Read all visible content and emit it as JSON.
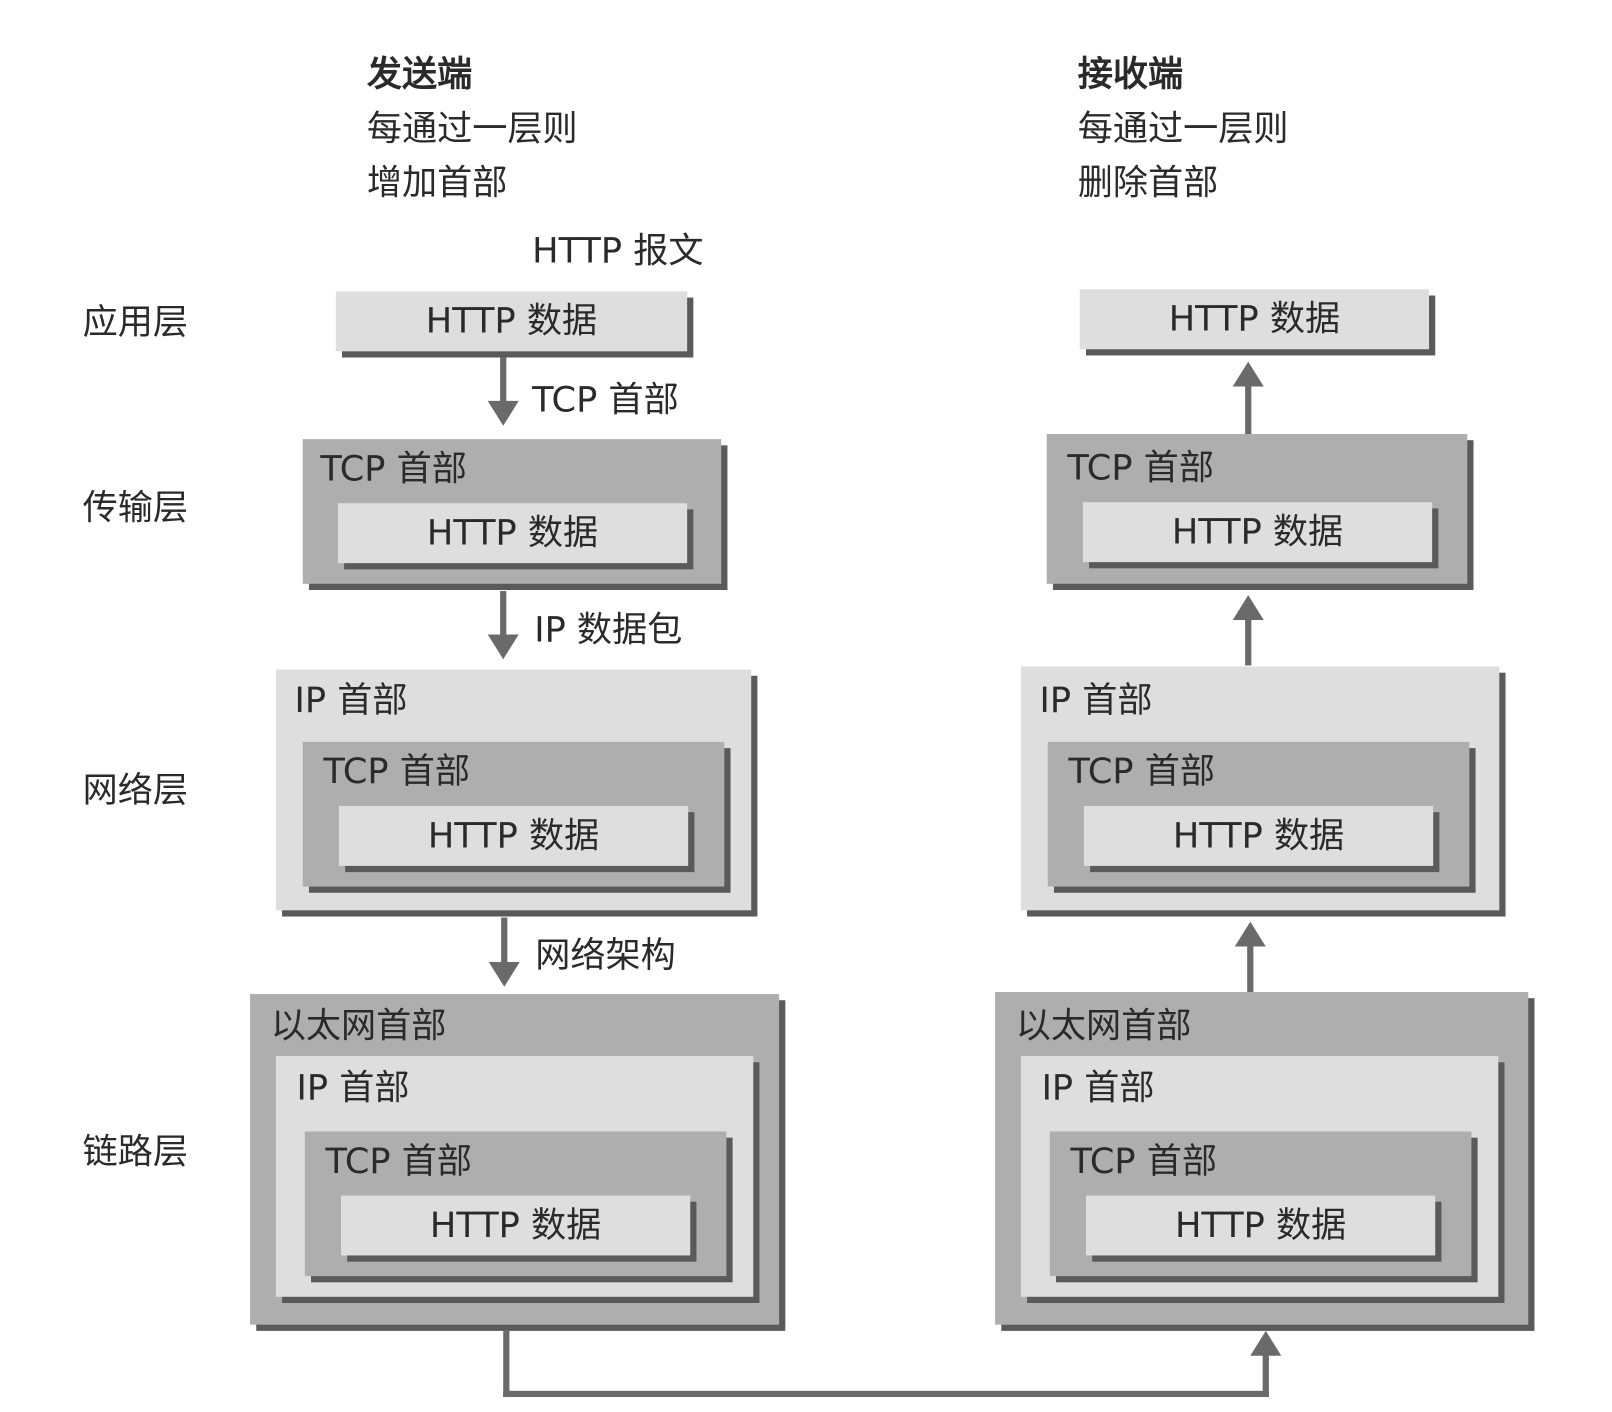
{
  "sender": {
    "title": "发送端",
    "line1": "每通过一层则",
    "line2": "增加首部"
  },
  "receiver": {
    "title": "接收端",
    "line1": "每通过一层则",
    "line2": "删除首部"
  },
  "layers": [
    "应用层",
    "传输层",
    "网络层",
    "链路层"
  ],
  "arrow_labels": {
    "http_message": "HTTP 报文",
    "tcp_header": "TCP 首部",
    "ip_packet": "IP 数据包",
    "network_arch": "网络架构"
  },
  "box_labels": {
    "http_data": "HTTP 数据",
    "tcp_header": "TCP 首部",
    "ip_header": "IP 首部",
    "ethernet_header": "以太网首部"
  },
  "colors": {
    "light_box": "#dedede",
    "dark_box": "#aeaeae",
    "shadow": "#5a5a5a",
    "arrow": "#6a6a6a"
  }
}
